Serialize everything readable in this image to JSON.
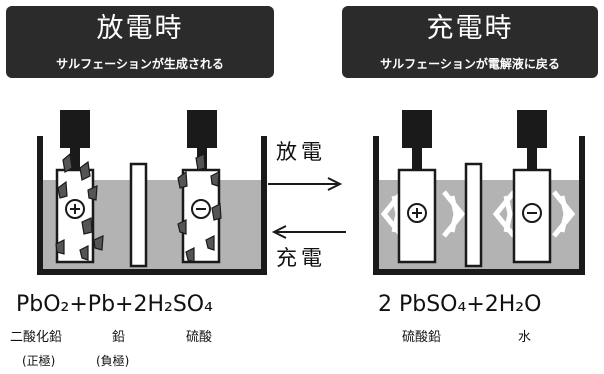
{
  "discharge": {
    "title": "放電時",
    "subtitle": "サルフェーションが生成される",
    "formula": "PbO₂+Pb+2H₂SO₄",
    "labels": {
      "pbo2": "二酸化鉛",
      "pb": "鉛",
      "h2so4": "硫酸"
    },
    "electrodes": {
      "positive": "(正極)",
      "negative": "(負極)"
    }
  },
  "charge": {
    "title": "充電時",
    "subtitle": "サルフェーションが電解液に戻る",
    "formula": "2 PbSO₄+2H₂O",
    "labels": {
      "pbso4": "硫酸鉛",
      "h2o": "水"
    }
  },
  "arrows": {
    "discharge_label": "放電",
    "charge_label": "充電"
  },
  "icons": {
    "plus": "plus-circle-icon",
    "minus": "minus-circle-icon"
  },
  "colors": {
    "header_bg": "#2b2b2b",
    "electrolyte": "#b3b3b3",
    "outline": "#1a1a1a",
    "crystal": "#555555"
  }
}
